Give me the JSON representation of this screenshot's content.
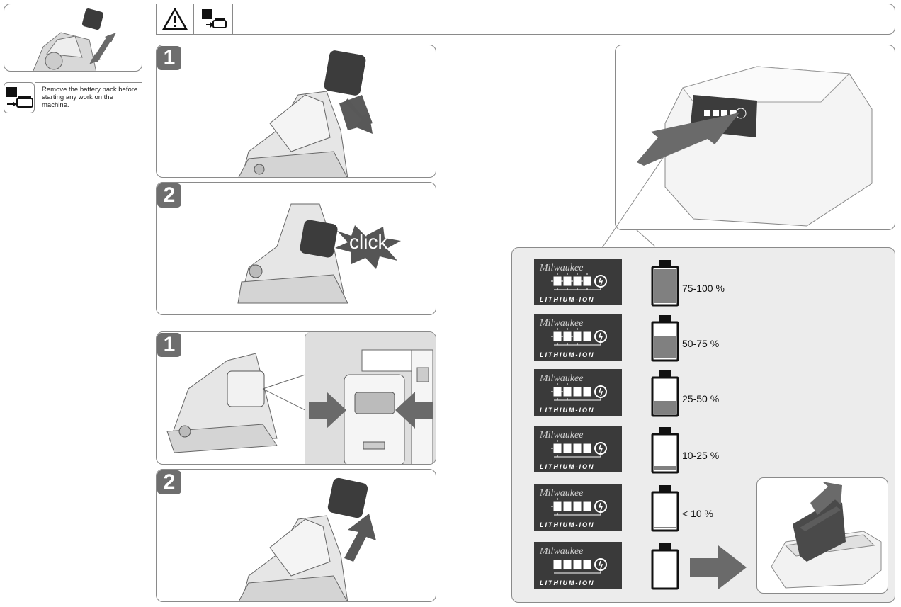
{
  "colors": {
    "border": "#8a8a8a",
    "badge": "#6e6e6e",
    "panel_dark": "#4a4a4a",
    "arrow": "#6a6a6a",
    "gauge_bg": "#3a3a3a",
    "battery_fill": "#808080"
  },
  "icons": {
    "header": [
      "warning-triangle-icon",
      "battery-removal-icon"
    ],
    "note": "battery-removal-icon"
  },
  "note": {
    "line1": "Remove the battery pack before",
    "line2": "starting any work on the machine."
  },
  "steps": {
    "insert_1": "1",
    "insert_2": "2",
    "remove_1": "1",
    "remove_2": "2"
  },
  "click_label": "click",
  "charge_levels": [
    {
      "label": "75-100 %",
      "lit_leds": 4,
      "fill": 1.0
    },
    {
      "label": "50-75 %",
      "lit_leds": 3,
      "fill": 0.66
    },
    {
      "label": "25-50 %",
      "lit_leds": 2,
      "fill": 0.38
    },
    {
      "label": "10-25 %",
      "lit_leds": 1,
      "fill": 0.12
    },
    {
      "label": "< 10 %",
      "lit_leds": 1,
      "fill": 0.05
    },
    {
      "label": "",
      "lit_leds": 0,
      "fill": 0.0
    }
  ],
  "gauge_brand": "Milwaukee",
  "gauge_sub": "LITHIUM-ION"
}
